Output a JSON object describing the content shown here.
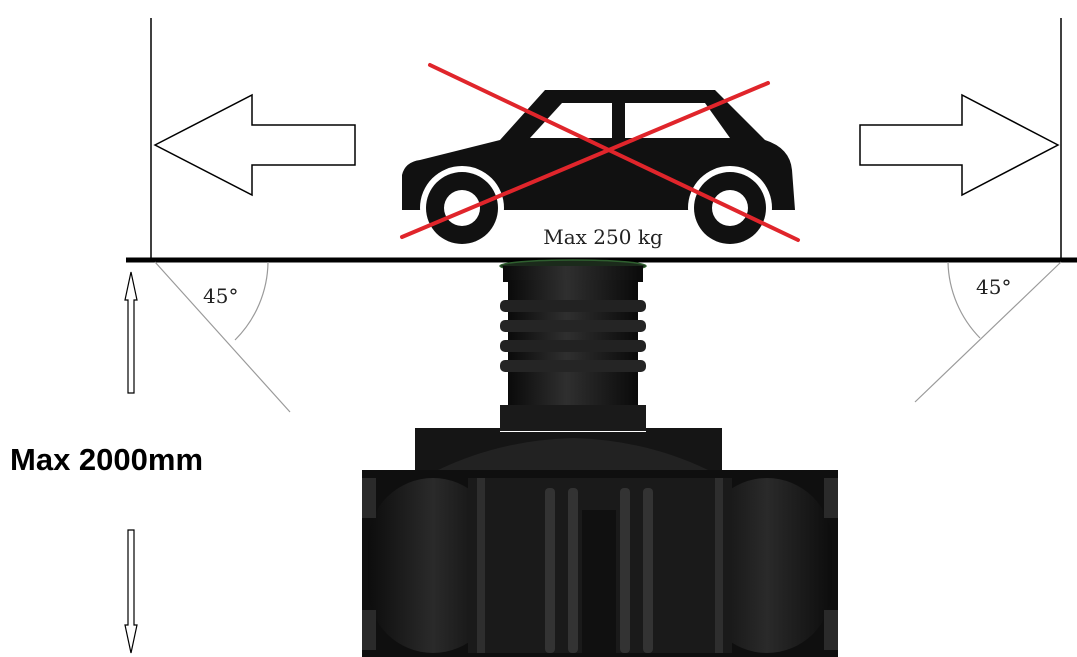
{
  "labels": {
    "load": "Max 250 kg",
    "angle_left": "45°",
    "angle_right": "45°",
    "depth": "Max 2000mm"
  },
  "icons": {
    "vehicle": "car-icon",
    "prohibition": "red-cross-icon"
  },
  "colors": {
    "line": "#000000",
    "thin_line": "#9a9a9a",
    "cross": "#e0252b",
    "tank": "#141414",
    "tank_highlight": "#3a3a3a"
  }
}
